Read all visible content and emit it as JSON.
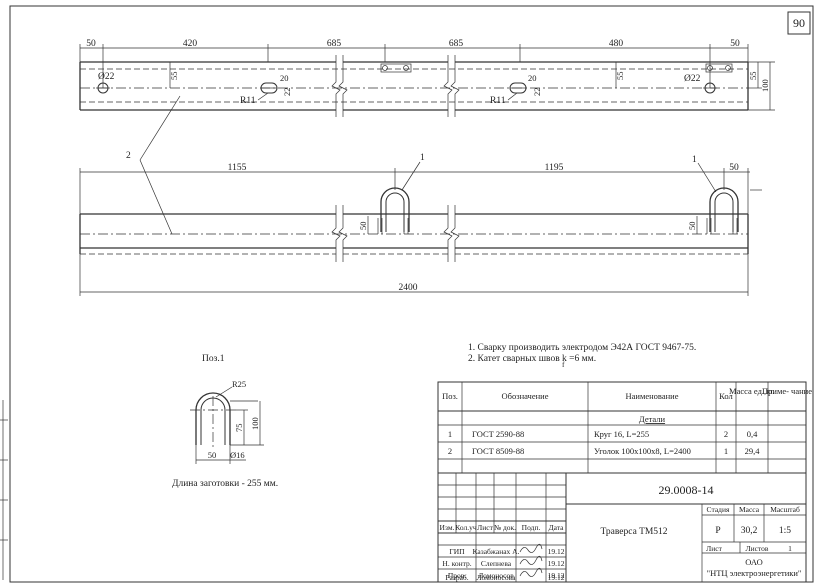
{
  "sheet_number": "90",
  "top_view": {
    "dimensions": {
      "left_offset": "50",
      "hole_left": "420",
      "span1": "685",
      "span2": "685",
      "slot_right": "480",
      "right_offset": "50",
      "hole_diam_left": "Ø22",
      "hole_diam_right": "Ø22",
      "height_left": "55",
      "height_mid": "55",
      "height_right": "55",
      "width_total": "100",
      "slot_len_left": "20",
      "slot_len_right": "20",
      "slot_w_left": "22",
      "slot_w_right": "22",
      "radius_left": "R11",
      "radius_right": "R11"
    }
  },
  "front_view": {
    "dimensions": {
      "left_span": "1155",
      "right_span": "1195",
      "right_offset": "50",
      "bolt_height_left": "50",
      "bolt_height_right": "50",
      "total_length": "2400"
    },
    "callouts": {
      "part1_left": "1",
      "part1_right": "1",
      "part2": "2"
    }
  },
  "notes": [
    "1. Сварку производить электродом Э42А ГОСТ 9467-75.",
    "2. Катет сварных швов k =6 мм."
  ],
  "note_subscript": "f",
  "detail": {
    "title": "Поз.1",
    "radius": "R25",
    "height_inner": "75",
    "height_total": "100",
    "width": "50",
    "rod_diam": "Ø16",
    "blank_length": "Длина заготовки - 255 мм."
  },
  "spec_table": {
    "headers": {
      "pos": "Поз.",
      "designation": "Обозначение",
      "name": "Наименование",
      "qty": "Кол",
      "mass": "Масса ед.,кг.",
      "note": "Приме- чание"
    },
    "section": "Детали",
    "rows": [
      {
        "pos": "1",
        "designation": "ГОСТ 2590-88",
        "name": "Круг 16, L=255",
        "qty": "2",
        "mass": "0,4"
      },
      {
        "pos": "2",
        "designation": "ГОСТ 8509-88",
        "name": "Уголок 100х100х8,  L=2400",
        "qty": "1",
        "mass": "29,4"
      }
    ]
  },
  "title_block": {
    "doc_number": "29.0008-14",
    "name": "Траверса ТМ512",
    "col_labels": [
      "Изм.",
      "Кол.уч",
      "Лист",
      "№ док.",
      "Подп.",
      "Дата"
    ],
    "stage_label": "Стадия",
    "mass_label": "Масса",
    "scale_label": "Масштаб",
    "stage": "Р",
    "mass": "30,2",
    "scale": "1:5",
    "sheet_label": "Лист",
    "sheets_label": "Листов",
    "sheets": "1",
    "org_line1": "ОАО",
    "org_line2": "\"НТЦ электроэнергетики\"",
    "staff": [
      {
        "role": "ГИП",
        "name": "Казабжанах А.",
        "date": "19.12"
      },
      {
        "role": "Н. контр.",
        "name": "Слепнева",
        "date": "19.12"
      },
      {
        "role": "Пров.",
        "name": "Ломоносов",
        "date": "19.12"
      },
      {
        "role": "Разраб.",
        "name": "Ломоносова",
        "date": "19.12"
      }
    ]
  }
}
